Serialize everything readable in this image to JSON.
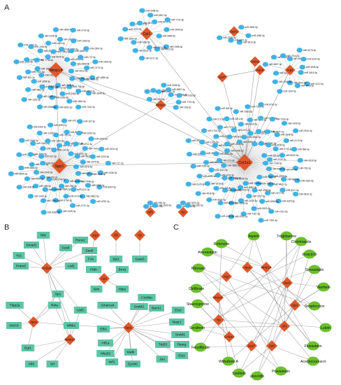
{
  "panels": {
    "a": {
      "label": "A",
      "hubs": [
        "Mmp14",
        "Cpt1",
        "Gpx1",
        "Trem2",
        "Apoe",
        "Gpx7",
        "Arg1",
        "Hmox1",
        "Spp1",
        "Col1a1",
        "Alf1",
        "Hp"
      ],
      "mirna_suffixes": [
        "-5p",
        "-3p"
      ]
    },
    "b": {
      "label": "B",
      "hubs": [
        "Col1a1",
        "Apoe",
        "Mmp14",
        "Arg1",
        "Alf1",
        "Hp",
        "Cpt1",
        "Spp1"
      ],
      "tfs": [
        "Nfic",
        "Runx2",
        "Smad1",
        "Sox8",
        "Stat3",
        "Yy1",
        "Prdm5",
        "Usf1",
        "Sp1",
        "Tfap2a",
        "Rela",
        "Nr1h3",
        "Usf2",
        "Nfkb1",
        "Egr1",
        "Klf6",
        "Srf",
        "Fos",
        "Spi1",
        "Gata3",
        "Pttth",
        "Bmi1",
        "Ndn",
        "Nfya",
        "Crebbp",
        "Smarca4",
        "Srebf2",
        "Bach1",
        "Ets2",
        "Nupr1",
        "Srebf1",
        "Elk1",
        "Hif1a",
        "Pparg",
        "Nfe2l2",
        "Trp53",
        "Ets1",
        "Nrf1",
        "Mafk",
        "Ep300",
        "Jun"
      ]
    },
    "c": {
      "label": "C",
      "hubs": [
        "Apoe",
        "Mmp14",
        "Arg1",
        "Gpx1",
        "Hmox1",
        "Spp1",
        "Hp",
        "Alf1",
        "Col1a1",
        "Gpx7",
        "Cpt1"
      ],
      "drugs": [
        "Aspirin",
        "Troglitazone",
        "Rotenone",
        "Clotrimazole",
        "Atorvastatin",
        "dinaciclib",
        "Ritonavir",
        "Simvastatin",
        "Clofibrate",
        "Warfarin",
        "Staurosporine",
        "Streptozocin",
        "Sorafenib",
        "Lutein",
        "Fenofibrate",
        "Fluvastatin",
        "Withaferin A",
        "Acenocoumarol",
        "Sunitinib",
        "Pravastatin",
        "alvocidib"
      ]
    }
  },
  "colors": {
    "hub": "#e0582a",
    "mirna": "#3fb3e6",
    "tf": "#5ec4a5",
    "drug": "#6cc02c",
    "edge": "#888888"
  }
}
